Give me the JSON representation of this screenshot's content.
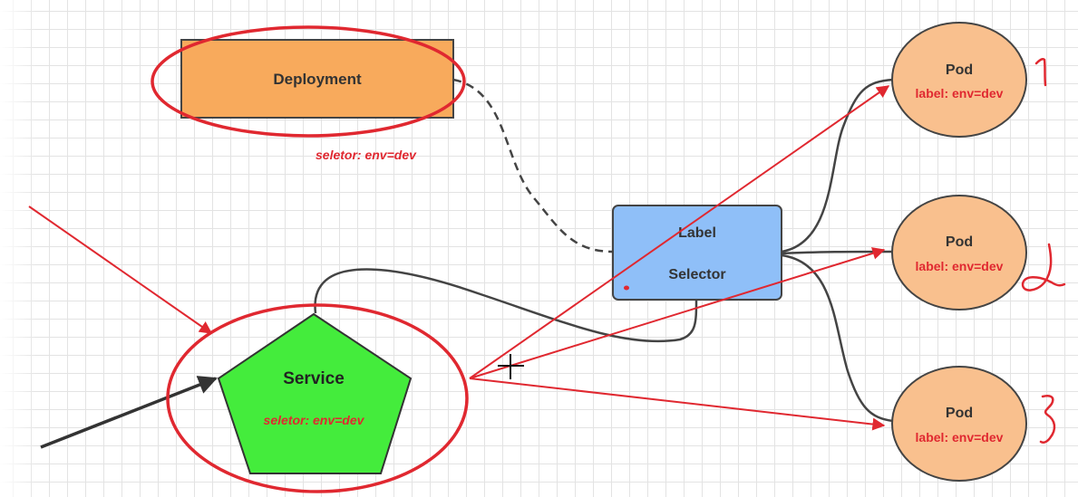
{
  "deployment": {
    "label": "Deployment",
    "selector": "seletor:  env=dev"
  },
  "label_selector": {
    "line1": "Label",
    "line2": "Selector"
  },
  "service": {
    "label": "Service",
    "selector": "seletor:  env=dev"
  },
  "pods": [
    {
      "title": "Pod",
      "label": "label: env=dev",
      "note": "1"
    },
    {
      "title": "Pod",
      "label": "label: env=dev",
      "note": "2"
    },
    {
      "title": "Pod",
      "label": "label: env=dev",
      "note": "3"
    }
  ],
  "colors": {
    "deployment_fill": "#f8aa5c",
    "selector_fill": "#8fbff8",
    "service_fill": "#44ec3c",
    "pod_fill": "#f9c08e",
    "annotation_red": "#e02830",
    "connector": "#444444"
  }
}
